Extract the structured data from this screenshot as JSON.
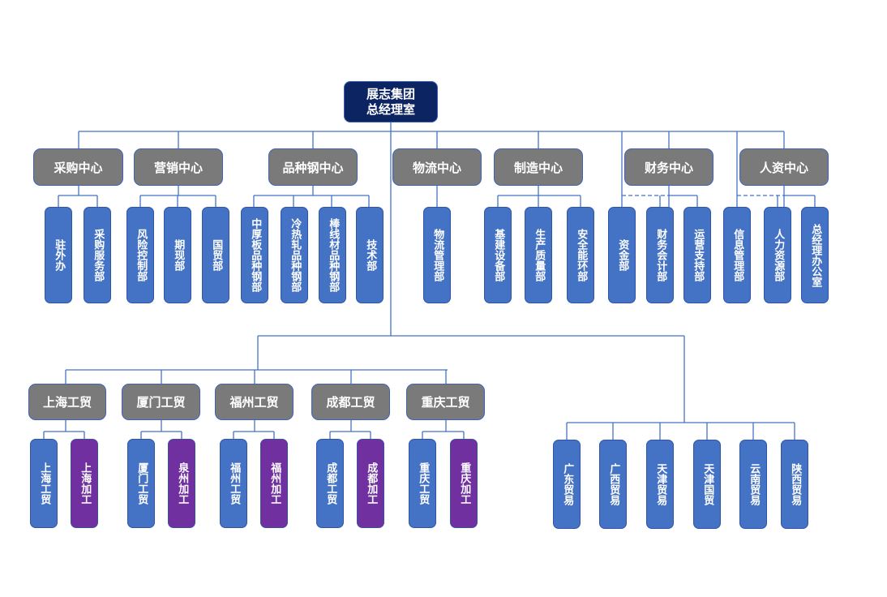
{
  "root": {
    "line1": "展志集团",
    "line2": "总经理室"
  },
  "centers": [
    {
      "name": "采购中心",
      "depts": [
        "驻外办",
        "采购服务部"
      ]
    },
    {
      "name": "营销中心",
      "depts": [
        "风险控制部",
        "期现部",
        "国贸部"
      ]
    },
    {
      "name": "品种钢中心",
      "depts": [
        "中厚板品种钢部",
        "冷热轧品种钢部",
        "棒线材品种钢部",
        "技术部"
      ]
    },
    {
      "name": "物流中心",
      "depts": [
        "物流管理部"
      ]
    },
    {
      "name": "制造中心",
      "depts": [
        "基建设备部",
        "生产质量部",
        "安全能环部"
      ]
    },
    {
      "name": "财务中心",
      "depts": [
        "资金部",
        "财务会计部",
        "运营支持部"
      ]
    },
    {
      "name": "人资中心",
      "depts": [
        "信息管理部",
        "人力资源部",
        "总经理办公室"
      ]
    }
  ],
  "branches": [
    {
      "name": "上海工贸",
      "units": [
        {
          "label": "上海工贸",
          "type": "trade"
        },
        {
          "label": "上海加工",
          "type": "processing"
        }
      ]
    },
    {
      "name": "厦门工贸",
      "units": [
        {
          "label": "厦门工贸",
          "type": "trade"
        },
        {
          "label": "泉州加工",
          "type": "processing"
        }
      ]
    },
    {
      "name": "福州工贸",
      "units": [
        {
          "label": "福州工贸",
          "type": "trade"
        },
        {
          "label": "福州加工",
          "type": "processing"
        }
      ]
    },
    {
      "name": "成都工贸",
      "units": [
        {
          "label": "成都工贸",
          "type": "trade"
        },
        {
          "label": "成都加工",
          "type": "processing"
        }
      ]
    },
    {
      "name": "重庆工贸",
      "units": [
        {
          "label": "重庆工贸",
          "type": "trade"
        },
        {
          "label": "重庆加工",
          "type": "processing"
        }
      ]
    }
  ],
  "regional_trade": [
    "广东贸易",
    "广西贸易",
    "天津贸易",
    "天津国贸",
    "云南贸易",
    "陕西贸易"
  ],
  "colors": {
    "root": "#0c2461",
    "center": "#7a7a7a",
    "dept": "#4472c4",
    "processing": "#7030a0",
    "connector": "#4472c4"
  }
}
